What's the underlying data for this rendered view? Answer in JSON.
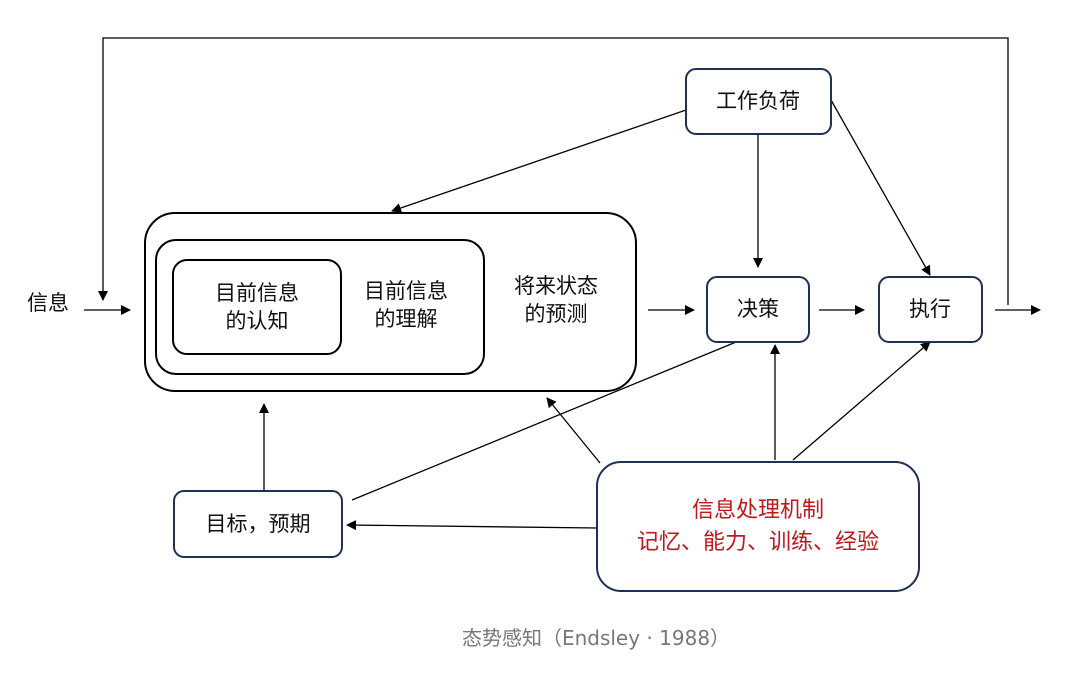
{
  "nodes": {
    "info_input": "信息",
    "workload": "工作负荷",
    "perception": [
      "目前信息",
      "的认知"
    ],
    "comprehension": [
      "目前信息",
      "的理解"
    ],
    "projection": [
      "将来状态",
      "的预测"
    ],
    "decision": "决策",
    "execution": "执行",
    "goals": "目标，预期",
    "mechanism": [
      "信息处理机制",
      "记忆、能力、训练、经验"
    ]
  },
  "caption": "态势感知（Endsley · 1988）",
  "colors": {
    "box_border": "#1f3055",
    "mechanism_text": "#c0161c",
    "caption": "#777777"
  }
}
